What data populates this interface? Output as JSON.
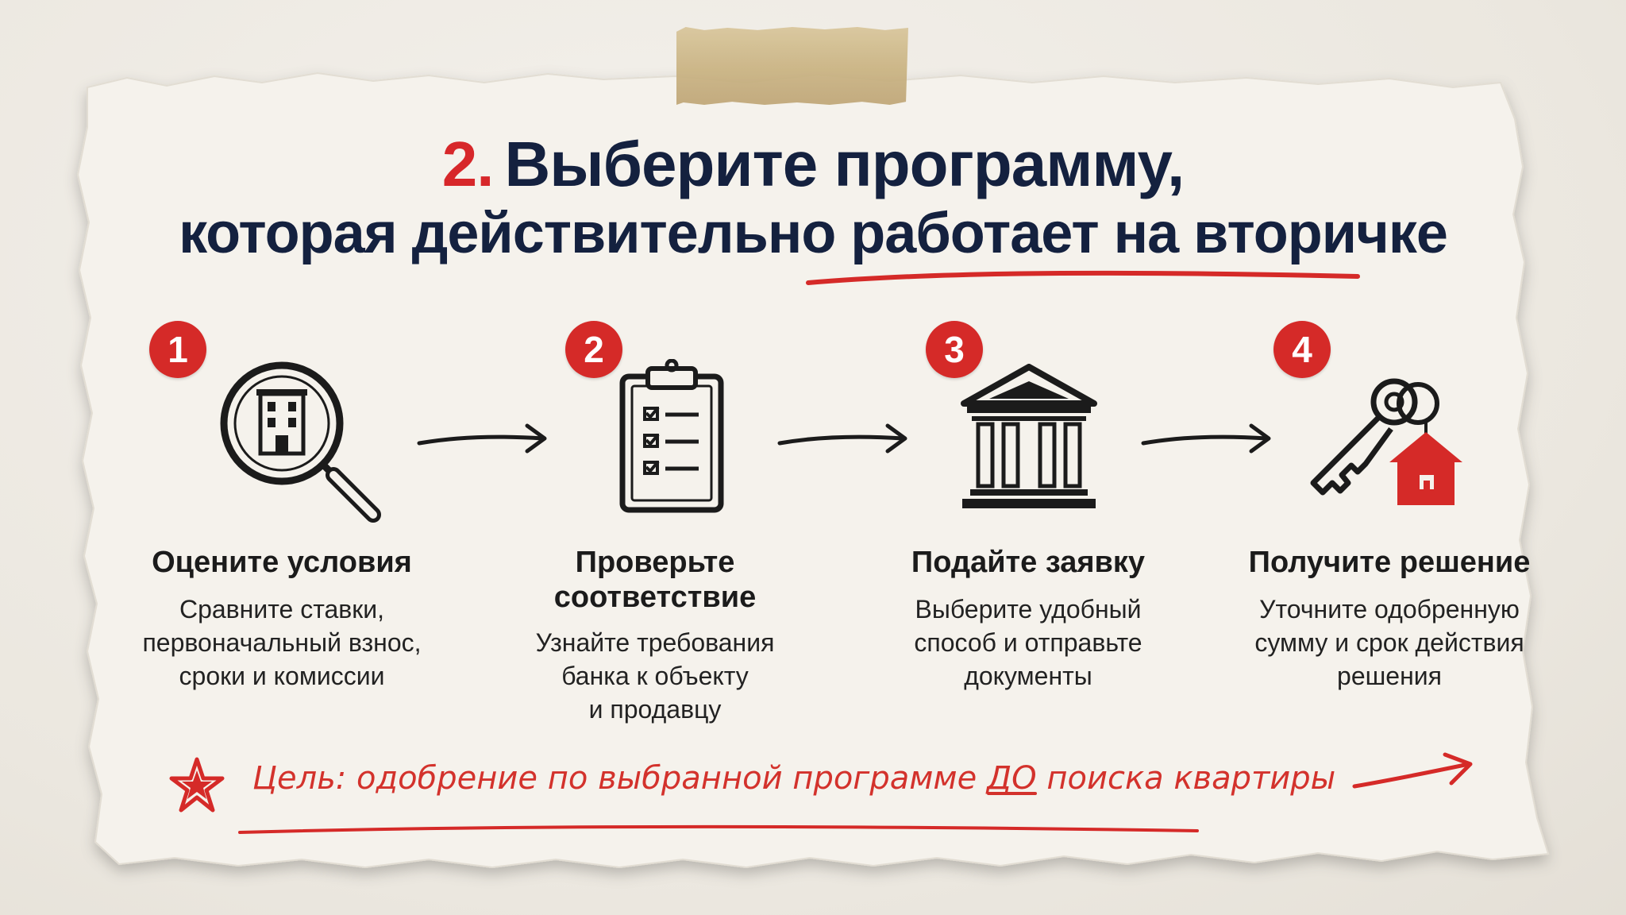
{
  "title": {
    "number": "2.",
    "line1": "Выберите программу,",
    "line2_start": "которая действительно ",
    "line2_highlight": "работает на вторичке"
  },
  "steps": [
    {
      "number": "1",
      "icon": "magnifier-building-icon",
      "title": "Оцените условия",
      "description": [
        "Сравните ставки,",
        "первоначальный взнос,",
        "сроки и комиссии"
      ]
    },
    {
      "number": "2",
      "icon": "clipboard-checklist-icon",
      "title": [
        "Проверьте",
        "соответствие"
      ],
      "description": [
        "Узнайте требования",
        "банка к объекту",
        "и продавцу"
      ]
    },
    {
      "number": "3",
      "icon": "bank-building-icon",
      "title": "Подайте заявку",
      "description": [
        "Выберите удобный",
        "способ и отправьте",
        "документы"
      ]
    },
    {
      "number": "4",
      "icon": "key-house-icon",
      "title": "Получите решение",
      "description": [
        "Уточните одобренную",
        "сумму и срок действия",
        "решения"
      ]
    }
  ],
  "goal": {
    "prefix": "Цель: одобрение по выбранной программе ",
    "emphasis": "ДО",
    "suffix": " поиска квартиры",
    "star_icon": "star-icon"
  },
  "colors": {
    "accent_red": "#d52a28",
    "title_navy": "#14213f",
    "paper": "#f5f2ec",
    "tape": "#c9b281"
  }
}
